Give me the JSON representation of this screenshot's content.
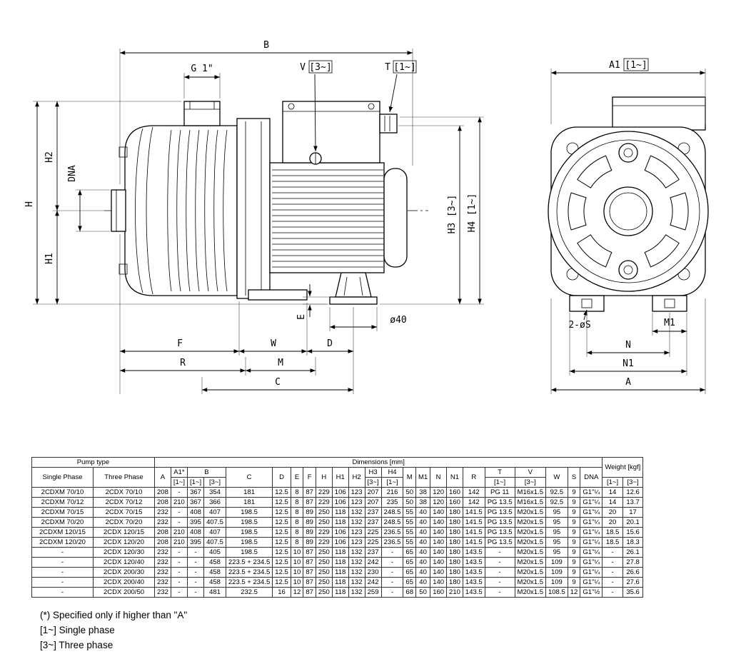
{
  "drawing": {
    "side": {
      "b": "B",
      "g": "G 1\"",
      "v": "V",
      "v_tag": "[3~]",
      "t": "T",
      "t_tag": "[1~]",
      "h": "H",
      "h1": "H1",
      "h2": "H2",
      "dna": "DNA",
      "h3": "H3 [3~]",
      "h4": "H4 [1~]",
      "e": "E",
      "phi40": "ø40",
      "f": "F",
      "w": "W",
      "d": "D",
      "r": "R",
      "m": "M",
      "c": "C"
    },
    "front": {
      "a1": "A1",
      "a1_tag": "[1~]",
      "s": "2-øS",
      "m1": "M1",
      "n": "N",
      "n1": "N1",
      "a": "A"
    }
  },
  "table": {
    "header": {
      "pump_type": "Pump type",
      "dimensions": "Dimensions [mm]",
      "weight": "Weight [kgf]",
      "single_phase": "Single Phase",
      "three_phase": "Three Phase",
      "a": "A",
      "a1": "A1*",
      "b": "B",
      "c": "C",
      "d": "D",
      "e": "E",
      "f": "F",
      "h": "H",
      "h1": "H1",
      "h2": "H2",
      "h3": "H3",
      "h4": "H4",
      "m": "M",
      "m1": "M1",
      "n": "N",
      "n1": "N1",
      "r": "R",
      "t": "T",
      "v": "V",
      "w": "W",
      "s": "S",
      "dna": "DNA",
      "tag1": "[1~]",
      "tag3": "[3~]"
    },
    "rows": [
      [
        "2CDXM 70/10",
        "2CDX 70/10",
        "208",
        "-",
        "367",
        "354",
        "181",
        "12.5",
        "8",
        "87",
        "229",
        "106",
        "123",
        "207",
        "216",
        "50",
        "38",
        "120",
        "160",
        "142",
        "PG 11",
        "M16x1.5",
        "92.5",
        "9",
        "G1\"¼",
        "14",
        "12.6"
      ],
      [
        "2CDXM 70/12",
        "2CDX 70/12",
        "208",
        "210",
        "367",
        "366",
        "181",
        "12.5",
        "8",
        "87",
        "229",
        "106",
        "123",
        "207",
        "235",
        "50",
        "38",
        "120",
        "160",
        "142",
        "PG 13.5",
        "M16x1.5",
        "92.5",
        "9",
        "G1\"¼",
        "14",
        "13.7"
      ],
      [
        "2CDXM 70/15",
        "2CDX 70/15",
        "232",
        "-",
        "408",
        "407",
        "198.5",
        "12.5",
        "8",
        "89",
        "250",
        "118",
        "132",
        "237",
        "248.5",
        "55",
        "40",
        "140",
        "180",
        "141.5",
        "PG 13.5",
        "M20x1.5",
        "95",
        "9",
        "G1\"¼",
        "20",
        "17"
      ],
      [
        "2CDXM 70/20",
        "2CDX 70/20",
        "232",
        "-",
        "395",
        "407.5",
        "198.5",
        "12.5",
        "8",
        "89",
        "250",
        "118",
        "132",
        "237",
        "248.5",
        "55",
        "40",
        "140",
        "180",
        "141.5",
        "PG 13.5",
        "M20x1.5",
        "95",
        "9",
        "G1\"¼",
        "20",
        "20.1"
      ],
      [
        "2CDXM 120/15",
        "2CDX 120/15",
        "208",
        "210",
        "408",
        "407",
        "198.5",
        "12.5",
        "8",
        "89",
        "229",
        "106",
        "123",
        "225",
        "236.5",
        "55",
        "40",
        "140",
        "180",
        "141.5",
        "PG 13.5",
        "M20x1.5",
        "95",
        "9",
        "G1\"¼",
        "18.5",
        "15.6"
      ],
      [
        "2CDXM 120/20",
        "2CDX 120/20",
        "208",
        "210",
        "395",
        "407.5",
        "198.5",
        "12.5",
        "8",
        "89",
        "229",
        "106",
        "123",
        "225",
        "236.5",
        "55",
        "40",
        "140",
        "180",
        "141.5",
        "PG 13.5",
        "M20x1.5",
        "95",
        "9",
        "G1\"¼",
        "18.5",
        "18.3"
      ],
      [
        "-",
        "2CDX 120/30",
        "232",
        "-",
        "-",
        "405",
        "198.5",
        "12.5",
        "10",
        "87",
        "250",
        "118",
        "132",
        "237",
        "-",
        "65",
        "40",
        "140",
        "180",
        "143.5",
        "-",
        "M20x1.5",
        "95",
        "9",
        "G1\"¼",
        "-",
        "26.1"
      ],
      [
        "-",
        "2CDX 120/40",
        "232",
        "-",
        "-",
        "458",
        "223.5 + 234.5",
        "12.5",
        "10",
        "87",
        "250",
        "118",
        "132",
        "242",
        "-",
        "65",
        "40",
        "140",
        "180",
        "143.5",
        "-",
        "M20x1.5",
        "109",
        "9",
        "G1\"¼",
        "-",
        "27.8"
      ],
      [
        "-",
        "2CDX 200/30",
        "232",
        "-",
        "-",
        "458",
        "223.5 + 234.5",
        "12.5",
        "10",
        "87",
        "250",
        "118",
        "132",
        "230",
        "-",
        "65",
        "40",
        "140",
        "180",
        "143.5",
        "-",
        "M20x1.5",
        "109",
        "9",
        "G1\"¼",
        "-",
        "26.6"
      ],
      [
        "-",
        "2CDX 200/40",
        "232",
        "-",
        "-",
        "458",
        "223.5 + 234.5",
        "12.5",
        "10",
        "87",
        "250",
        "118",
        "132",
        "242",
        "-",
        "65",
        "40",
        "140",
        "180",
        "143.5",
        "-",
        "M20x1.5",
        "109",
        "9",
        "G1\"¼",
        "-",
        "27.6"
      ],
      [
        "-",
        "2CDX 200/50",
        "232",
        "-",
        "-",
        "481",
        "232.5",
        "16",
        "12",
        "87",
        "250",
        "118",
        "132",
        "259",
        "-",
        "68",
        "50",
        "160",
        "210",
        "143.5",
        "-",
        "M20x1.5",
        "108.5",
        "12",
        "G1\"½",
        "-",
        "35.6"
      ]
    ]
  },
  "footnotes": [
    "(*) Specified only if higher than \"A\"",
    "[1~] Single phase",
    "[3~] Three phase"
  ]
}
